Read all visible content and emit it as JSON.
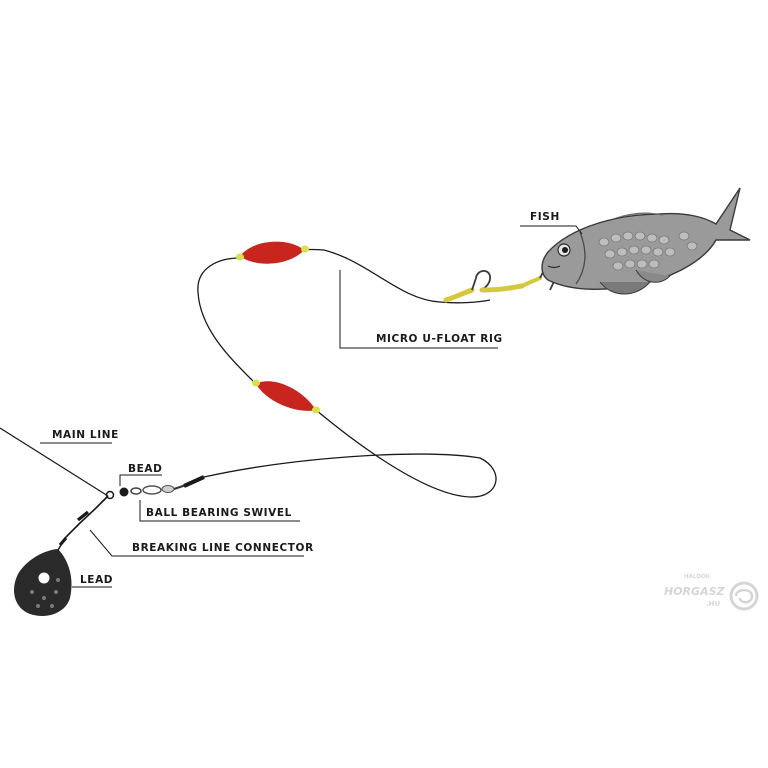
{
  "diagram": {
    "labels": {
      "fish": "FISH",
      "micro_u_float_rig": "MICRO U-FLOAT RIG",
      "main_line": "MAIN LINE",
      "bead": "BEAD",
      "ball_bearing_swivel": "BALL BEARING SWIVEL",
      "breaking_line_connector": "BREAKING LINE CONNECTOR",
      "lead": "LEAD"
    },
    "watermark": {
      "top_text": "HALDOK",
      "main_text": "HORGASZ",
      "suffix_text": ".HU"
    },
    "colors": {
      "float": "#c8251e",
      "bead": "#d8e04a",
      "hook_sleeve": "#d4c93a",
      "lead": "#2a2a2a",
      "line": "#1a1a1a",
      "fish_body": "#9a9a9a"
    }
  }
}
